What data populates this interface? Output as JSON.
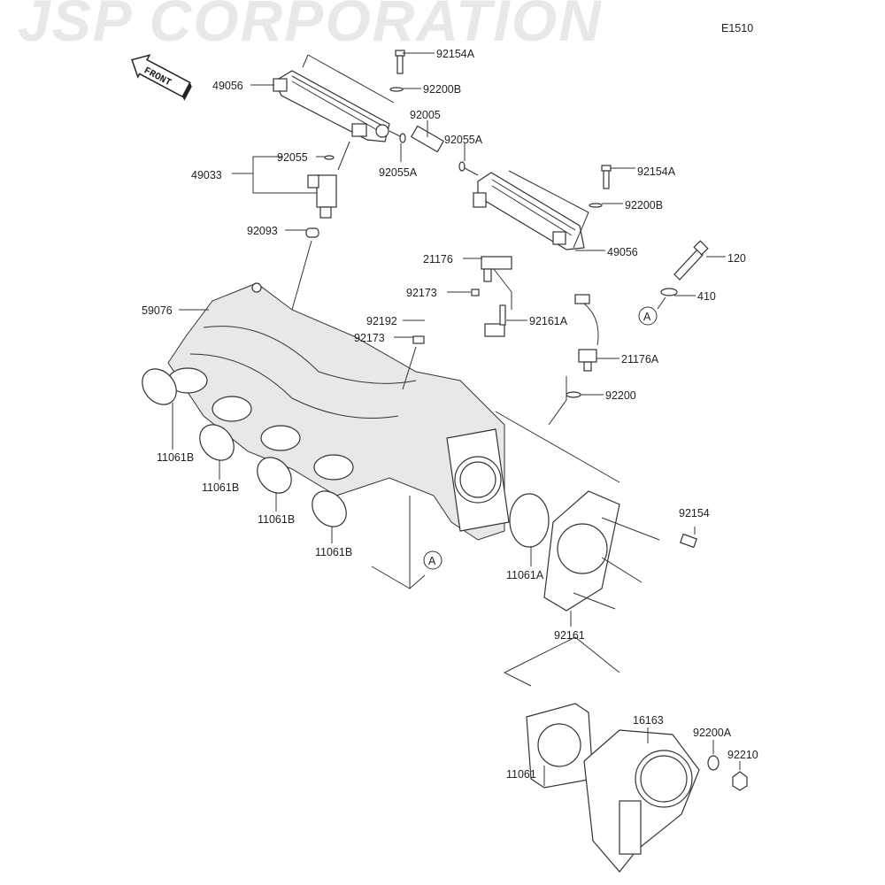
{
  "diagram_code": "E1510",
  "front_indicator": "FRONT",
  "watermark": "JSP CORPORATION",
  "callout_letter": "A",
  "parts": {
    "p92154A_top": "92154A",
    "p49056_top": "49056",
    "p92200B_top": "92200B",
    "p92005": "92005",
    "p92055A_upper": "92055A",
    "p92055": "92055",
    "p49033": "49033",
    "p92055A_lower": "92055A",
    "p92154A_right": "92154A",
    "p92200B_right": "92200B",
    "p92093": "92093",
    "p49056_right": "49056",
    "p21176": "21176",
    "p120": "120",
    "p92173_upper": "92173",
    "p410": "410",
    "p59076": "59076",
    "p92192": "92192",
    "p92161A": "92161A",
    "p92173_lower": "92173",
    "p21176A": "21176A",
    "p92200": "92200",
    "p11061B_1": "11061B",
    "p11061B_2": "11061B",
    "p11061B_3": "11061B",
    "p11061B_4": "11061B",
    "p92154": "92154",
    "p11061A": "11061A",
    "p92161": "92161",
    "p16163": "16163",
    "p92200A": "92200A",
    "p92210": "92210",
    "p11061": "11061"
  }
}
